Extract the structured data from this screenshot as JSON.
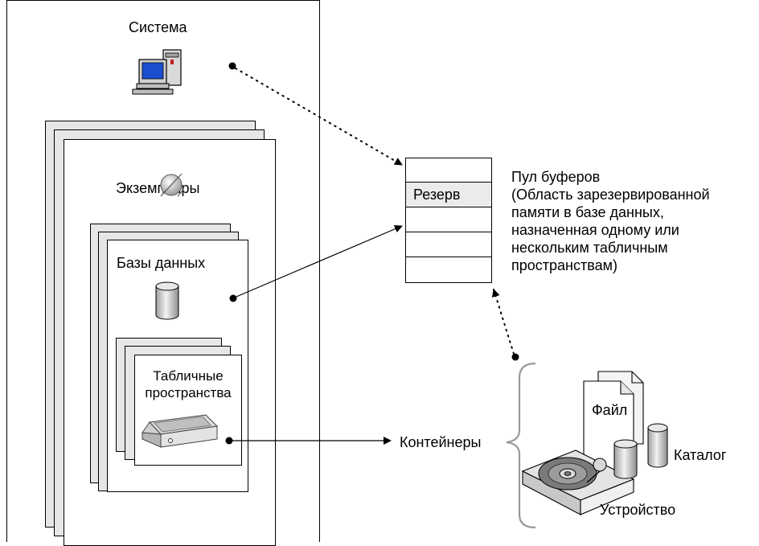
{
  "system": {
    "label": "Система"
  },
  "instances": {
    "label": "Экземпляры"
  },
  "databases": {
    "label": "Базы данных"
  },
  "tablespaces": {
    "label_line1": "Табличные",
    "label_line2": "пространства"
  },
  "bufferpool": {
    "reserved_label": "Резерв",
    "description_lines": [
      "Пул буферов",
      "(Область зарезервированной",
      "памяти в базе данных,",
      "назначенная одному или",
      "нескольким табличным",
      "пространствам)"
    ]
  },
  "containers": {
    "label": "Контейнеры"
  },
  "container_items": {
    "file": "Файл",
    "directory": "Каталог",
    "device": "Устройство"
  }
}
